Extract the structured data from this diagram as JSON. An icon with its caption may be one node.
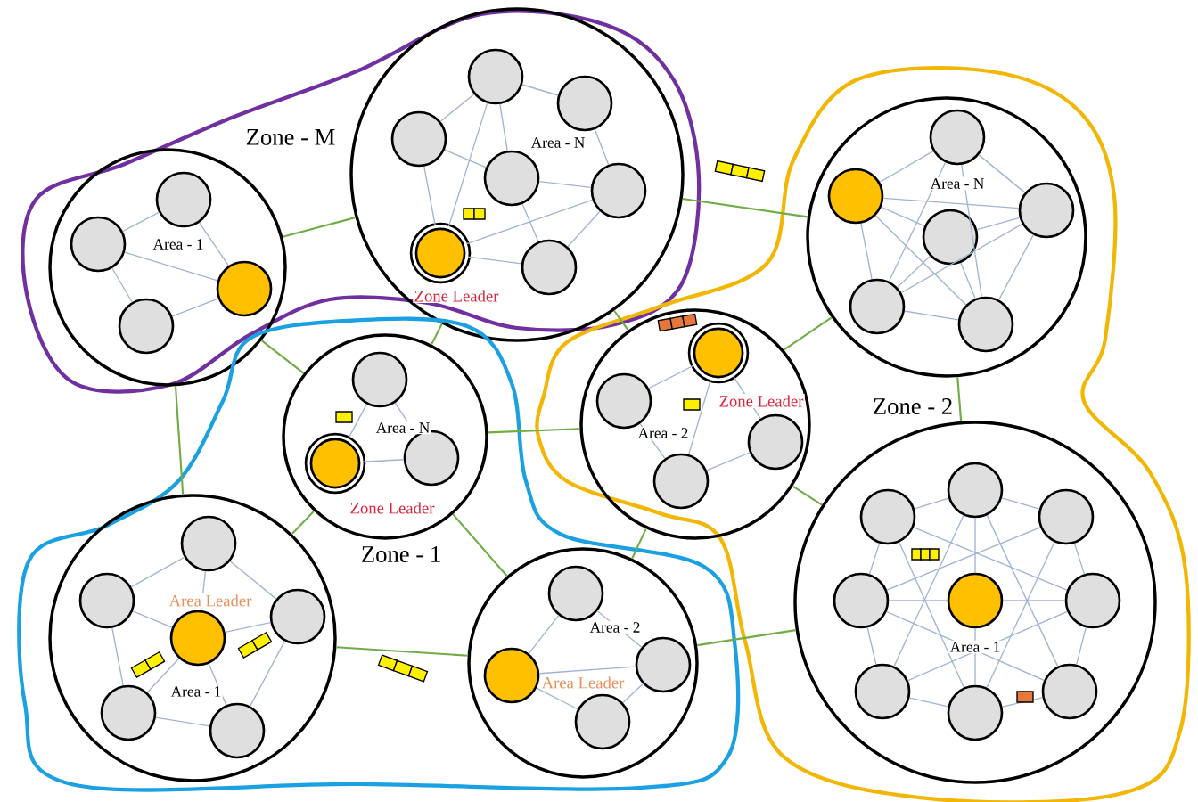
{
  "diagram": {
    "nodes": [
      {
        "text": [
          "Zone - M"
        ]
      },
      {
        "text": [
          "Area - 1"
        ],
        "in": 0
      },
      {
        "text": [],
        "shape": "circle",
        "in": 1
      },
      {
        "text": [],
        "shape": "circle",
        "in": 1
      },
      {
        "text": [],
        "shape": "circle",
        "in": 1
      },
      {
        "text": [],
        "shape": "circle",
        "in": 1
      },
      {
        "text": [
          "Area - N"
        ],
        "in": 0
      },
      {
        "text": [],
        "shape": "circle",
        "in": 6
      },
      {
        "text": [],
        "shape": "circle",
        "in": 6
      },
      {
        "text": [],
        "shape": "circle",
        "in": 6
      },
      {
        "text": [],
        "shape": "circle",
        "in": 6
      },
      {
        "text": [],
        "shape": "circle",
        "in": 6
      },
      {
        "text": [],
        "shape": "circle",
        "in": 6,
        "beside": [
          "Zone Leader"
        ]
      },
      {
        "text": [],
        "shape": "circle",
        "in": 6
      },
      {
        "text": [
          "Zone - 1"
        ]
      },
      {
        "text": [
          "Area - N"
        ],
        "in": 14
      },
      {
        "text": [],
        "shape": "circle",
        "in": 15
      },
      {
        "text": [],
        "shape": "circle",
        "in": 15
      },
      {
        "text": [],
        "shape": "circle",
        "in": 15,
        "beside": [
          "Zone Leader"
        ]
      },
      {
        "text": [
          "Area - 1"
        ],
        "in": 14
      },
      {
        "text": [],
        "shape": "circle",
        "in": 19
      },
      {
        "text": [],
        "shape": "circle",
        "in": 19
      },
      {
        "text": [],
        "shape": "circle",
        "in": 19
      },
      {
        "text": [],
        "shape": "circle",
        "in": 19,
        "beside": [
          "Area Leader"
        ]
      },
      {
        "text": [],
        "shape": "circle",
        "in": 19
      },
      {
        "text": [],
        "shape": "circle",
        "in": 19
      },
      {
        "text": [
          "Area - 2"
        ],
        "in": 14
      },
      {
        "text": [],
        "shape": "circle",
        "in": 26
      },
      {
        "text": [],
        "shape": "circle",
        "in": 26
      },
      {
        "text": [],
        "shape": "circle",
        "in": 26,
        "beside": [
          "Area Leader"
        ]
      },
      {
        "text": [],
        "shape": "circle",
        "in": 26
      },
      {
        "text": [
          "Zone - 2"
        ]
      },
      {
        "text": [
          "Area - N"
        ],
        "in": 31
      },
      {
        "text": [],
        "shape": "circle",
        "in": 32
      },
      {
        "text": [],
        "shape": "circle",
        "in": 32
      },
      {
        "text": [],
        "shape": "circle",
        "in": 32
      },
      {
        "text": [],
        "shape": "circle",
        "in": 32
      },
      {
        "text": [],
        "shape": "circle",
        "in": 32
      },
      {
        "text": [],
        "shape": "circle",
        "in": 32
      },
      {
        "text": [
          "Area - 2"
        ],
        "in": 31
      },
      {
        "text": [],
        "shape": "circle",
        "in": 39,
        "beside": [
          "Zone Leader"
        ]
      },
      {
        "text": [],
        "shape": "circle",
        "in": 39
      },
      {
        "text": [],
        "shape": "circle",
        "in": 39
      },
      {
        "text": [],
        "shape": "circle",
        "in": 39
      },
      {
        "text": [
          "Area - 1"
        ],
        "in": 31
      },
      {
        "text": [],
        "shape": "circle",
        "in": 44
      },
      {
        "text": [],
        "shape": "circle",
        "in": 44
      },
      {
        "text": [],
        "shape": "circle",
        "in": 44
      },
      {
        "text": [],
        "shape": "circle",
        "in": 44
      },
      {
        "text": [],
        "shape": "circle",
        "in": 44
      },
      {
        "text": [],
        "shape": "circle",
        "in": 44
      },
      {
        "text": [],
        "shape": "circle",
        "in": 44
      },
      {
        "text": [],
        "shape": "circle",
        "in": 44
      },
      {
        "text": [],
        "shape": "circle",
        "in": 44
      }
    ],
    "edges": [
      {
        "from": 2,
        "to": 3,
        "arrow": "none"
      },
      {
        "from": 2,
        "to": 4,
        "arrow": "none"
      },
      {
        "from": 3,
        "to": 4,
        "arrow": "none"
      },
      {
        "from": 3,
        "to": 5,
        "arrow": "none"
      },
      {
        "from": 5,
        "to": 4,
        "arrow": "none"
      },
      {
        "from": 9,
        "to": 7,
        "arrow": "none"
      },
      {
        "from": 7,
        "to": 10,
        "arrow": "none"
      },
      {
        "from": 7,
        "to": 12,
        "arrow": "none"
      },
      {
        "from": 9,
        "to": 10,
        "arrow": "none"
      },
      {
        "from": 9,
        "to": 12,
        "arrow": "none"
      },
      {
        "from": 10,
        "to": 13,
        "arrow": "none"
      },
      {
        "from": 10,
        "to": 11,
        "arrow": "none"
      },
      {
        "from": 12,
        "to": 11,
        "arrow": "none"
      },
      {
        "from": 8,
        "to": 11,
        "arrow": "none"
      },
      {
        "from": 7,
        "to": 8,
        "arrow": "none"
      },
      {
        "from": 11,
        "to": 13,
        "arrow": "none"
      },
      {
        "from": 12,
        "to": 13,
        "arrow": "none"
      },
      {
        "from": 16,
        "to": 17,
        "arrow": "none"
      },
      {
        "from": 16,
        "to": 18,
        "arrow": "none"
      },
      {
        "from": 18,
        "to": 17,
        "arrow": "none"
      },
      {
        "from": 20,
        "to": 21,
        "arrow": "none"
      },
      {
        "from": 20,
        "to": 22,
        "arrow": "none"
      },
      {
        "from": 21,
        "to": 24,
        "arrow": "none"
      },
      {
        "from": 22,
        "to": 25,
        "arrow": "none"
      },
      {
        "from": 24,
        "to": 25,
        "arrow": "none"
      },
      {
        "from": 23,
        "to": 20,
        "arrow": "none"
      },
      {
        "from": 23,
        "to": 21,
        "arrow": "none"
      },
      {
        "from": 23,
        "to": 22,
        "arrow": "none"
      },
      {
        "from": 23,
        "to": 24,
        "arrow": "none"
      },
      {
        "from": 23,
        "to": 25,
        "arrow": "none"
      },
      {
        "from": 29,
        "to": 27,
        "arrow": "none"
      },
      {
        "from": 27,
        "to": 28,
        "arrow": "none"
      },
      {
        "from": 29,
        "to": 30,
        "arrow": "none"
      },
      {
        "from": 30,
        "to": 28,
        "arrow": "none"
      },
      {
        "from": 29,
        "to": 28,
        "arrow": "none"
      },
      {
        "from": 34,
        "to": 33,
        "arrow": "none"
      },
      {
        "from": 33,
        "to": 35,
        "arrow": "none"
      },
      {
        "from": 34,
        "to": 35,
        "arrow": "none"
      },
      {
        "from": 34,
        "to": 36,
        "arrow": "none"
      },
      {
        "from": 36,
        "to": 35,
        "arrow": "none"
      },
      {
        "from": 34,
        "to": 37,
        "arrow": "none"
      },
      {
        "from": 37,
        "to": 38,
        "arrow": "none"
      },
      {
        "from": 38,
        "to": 35,
        "arrow": "none"
      },
      {
        "from": 34,
        "to": 38,
        "arrow": "none"
      },
      {
        "from": 33,
        "to": 37,
        "arrow": "none"
      },
      {
        "from": 33,
        "to": 38,
        "arrow": "none"
      },
      {
        "from": 36,
        "to": 37,
        "arrow": "none"
      },
      {
        "from": 36,
        "to": 38,
        "arrow": "none"
      },
      {
        "from": 37,
        "to": 35,
        "arrow": "none"
      },
      {
        "from": 41,
        "to": 40,
        "arrow": "none"
      },
      {
        "from": 40,
        "to": 43,
        "arrow": "none"
      },
      {
        "from": 40,
        "to": 42,
        "arrow": "none"
      },
      {
        "from": 43,
        "to": 42,
        "arrow": "none"
      },
      {
        "from": 41,
        "to": 43,
        "arrow": "none"
      },
      {
        "from": 45,
        "to": 46,
        "arrow": "none"
      },
      {
        "from": 46,
        "to": 50,
        "arrow": "none"
      },
      {
        "from": 50,
        "to": 52,
        "arrow": "none"
      },
      {
        "from": 52,
        "to": 53,
        "arrow": "none"
      },
      {
        "from": 53,
        "to": 51,
        "arrow": "none"
      },
      {
        "from": 51,
        "to": 48,
        "arrow": "none"
      },
      {
        "from": 48,
        "to": 47,
        "arrow": "none"
      },
      {
        "from": 47,
        "to": 45,
        "arrow": "none"
      },
      {
        "from": 45,
        "to": 52,
        "arrow": "none"
      },
      {
        "from": 46,
        "to": 53,
        "arrow": "none"
      },
      {
        "from": 50,
        "to": 51,
        "arrow": "none"
      },
      {
        "from": 52,
        "to": 48,
        "arrow": "none"
      },
      {
        "from": 53,
        "to": 47,
        "arrow": "none"
      },
      {
        "from": 51,
        "to": 45,
        "arrow": "none"
      },
      {
        "from": 48,
        "to": 46,
        "arrow": "none"
      },
      {
        "from": 47,
        "to": 50,
        "arrow": "none"
      },
      {
        "from": 49,
        "to": 45,
        "arrow": "none"
      },
      {
        "from": 49,
        "to": 53,
        "arrow": "none"
      },
      {
        "from": 49,
        "to": 48,
        "arrow": "none"
      },
      {
        "from": 49,
        "to": 50,
        "arrow": "none"
      },
      {
        "from": 1,
        "to": 6,
        "arrow": "none",
        "color": "#70ad47"
      },
      {
        "from": 1,
        "to": 19,
        "arrow": "none",
        "color": "#70ad47"
      },
      {
        "from": 1,
        "to": 15,
        "arrow": "none",
        "color": "#70ad47"
      },
      {
        "from": 6,
        "to": 15,
        "arrow": "none",
        "color": "#70ad47"
      },
      {
        "from": 6,
        "to": 32,
        "arrow": "none",
        "color": "#70ad47"
      },
      {
        "from": 6,
        "to": 39,
        "arrow": "none",
        "color": "#70ad47"
      },
      {
        "from": 15,
        "to": 39,
        "arrow": "none",
        "color": "#70ad47"
      },
      {
        "from": 15,
        "to": 26,
        "arrow": "none",
        "color": "#70ad47"
      },
      {
        "from": 15,
        "to": 19,
        "arrow": "none",
        "color": "#70ad47"
      },
      {
        "from": 19,
        "to": 26,
        "arrow": "none",
        "color": "#70ad47"
      },
      {
        "from": 26,
        "to": 44,
        "arrow": "none",
        "color": "#70ad47"
      },
      {
        "from": 39,
        "to": 44,
        "arrow": "none",
        "color": "#70ad47"
      },
      {
        "from": 39,
        "to": 32,
        "arrow": "none",
        "color": "#70ad47"
      },
      {
        "from": 32,
        "to": 44,
        "arrow": "none",
        "color": "#70ad47"
      },
      {
        "from": 39,
        "to": 26,
        "arrow": "none",
        "color": "#70ad47"
      }
    ]
  }
}
